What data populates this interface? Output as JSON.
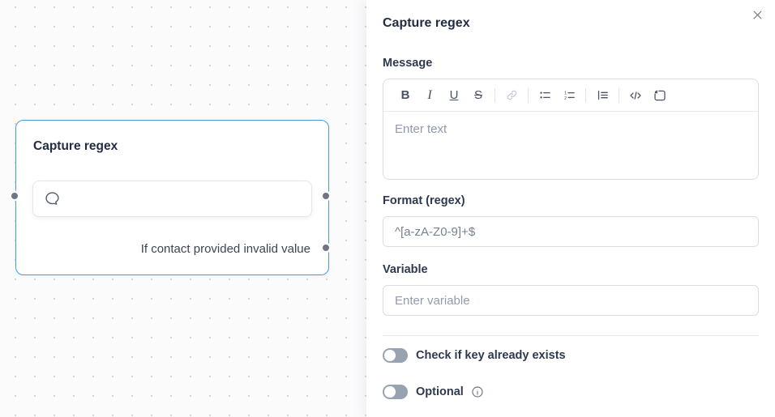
{
  "colors": {
    "node_border": "#4a9be0",
    "toggle_off": "#98a2b0",
    "canvas_bg": "#fbfbfc",
    "panel_bg": "#ffffff"
  },
  "canvas": {
    "node": {
      "title": "Capture regex",
      "caption": "If contact provided invalid value",
      "icon": "chat-bubble",
      "ports": [
        "left-middle",
        "right-middle",
        "right-bottom"
      ]
    }
  },
  "panel": {
    "title": "Capture regex",
    "message": {
      "label": "Message",
      "placeholder": "Enter text",
      "toolbar": {
        "bold": "B",
        "italic": "I",
        "underline": "U",
        "strikethrough": "S"
      }
    },
    "format": {
      "label": "Format (regex)",
      "value": "^[a-zA-Z0-9]+$"
    },
    "variable": {
      "label": "Variable",
      "placeholder": "Enter variable"
    },
    "toggles": [
      {
        "label": "Check if key already exists",
        "state": "off"
      },
      {
        "label": "Optional",
        "state": "off",
        "has_info": true
      }
    ]
  }
}
